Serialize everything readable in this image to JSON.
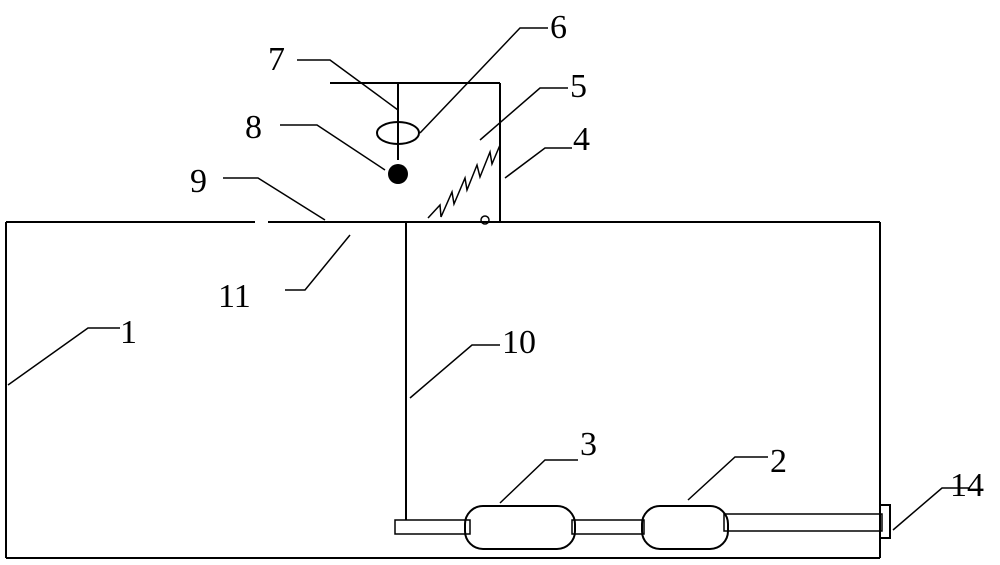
{
  "labels": {
    "l1": "1",
    "l2": "2",
    "l3": "3",
    "l4": "4",
    "l5": "5",
    "l6": "6",
    "l7": "7",
    "l8": "8",
    "l9": "9",
    "l10": "10",
    "l11": "11",
    "l14": "14"
  }
}
